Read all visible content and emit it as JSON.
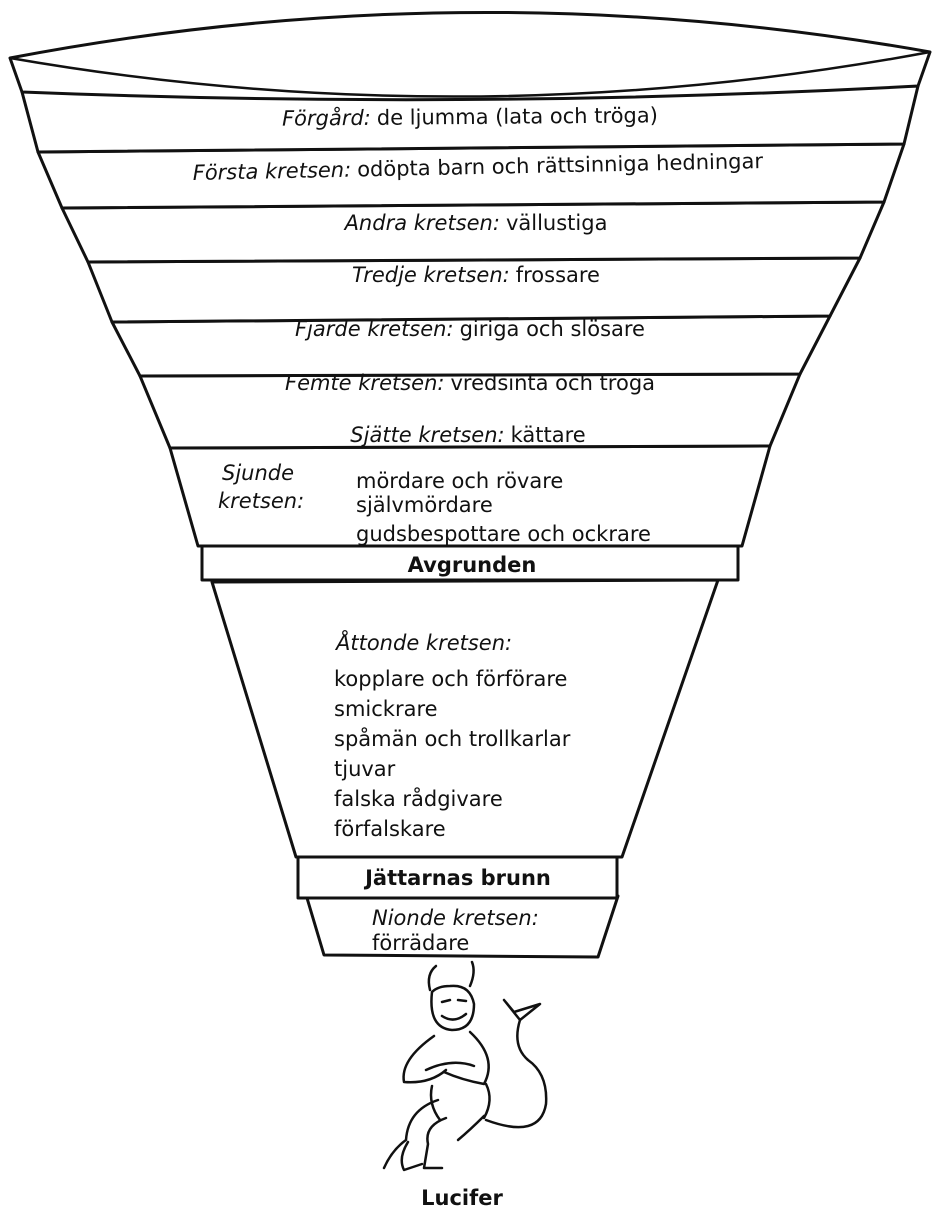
{
  "diagram": {
    "levels": [
      {
        "name": "Förgård:",
        "desc": "de ljumma (lata och tröga)"
      },
      {
        "name": "Första kretsen:",
        "desc": "odöpta barn och rättsinniga hedningar"
      },
      {
        "name": "Andra kretsen:",
        "desc": "vällustiga"
      },
      {
        "name": "Tredje kretsen:",
        "desc": "frossare"
      },
      {
        "name": "Fjärde kretsen:",
        "desc": "giriga och slösare"
      },
      {
        "name": "Femte kretsen:",
        "desc": "vredsinta och tröga"
      },
      {
        "name": "Sjätte kretsen:",
        "desc": "kättare"
      }
    ],
    "seventh": {
      "name_line1": "Sjunde",
      "name_line2": "kretsen:",
      "items": [
        "mördare och rövare",
        "självmördare",
        "gudsbespottare och ockrare"
      ]
    },
    "abyss": "Avgrunden",
    "eighth": {
      "name": "Åttonde kretsen:",
      "items": [
        "kopplare och förförare",
        "smickrare",
        "spåmän och trollkarlar",
        "tjuvar",
        "falska rådgivare",
        "förfalskare"
      ]
    },
    "well": "Jättarnas brunn",
    "ninth": {
      "name": "Nionde kretsen:",
      "desc": "förrädare"
    },
    "lucifer": "Lucifer"
  }
}
